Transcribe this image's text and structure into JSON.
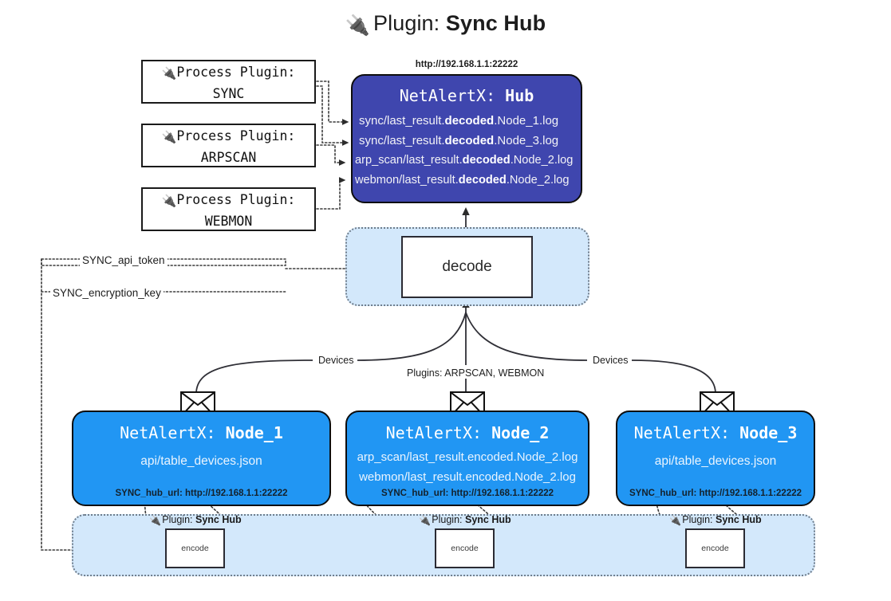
{
  "title": {
    "icon": "electric-plug-icon",
    "prefix": "Plugin:",
    "name": "Sync Hub"
  },
  "process_plugins": [
    {
      "icon": "electric-plug-icon",
      "line1": "Process Plugin:",
      "line2": "SYNC"
    },
    {
      "icon": "electric-plug-icon",
      "line1": "Process Plugin:",
      "line2": "ARPSCAN"
    },
    {
      "icon": "electric-plug-icon",
      "line1": "Process Plugin:",
      "line2": "WEBMON"
    }
  ],
  "hub": {
    "url": "http://192.168.1.1:22222",
    "title_prefix": "NetAlertX:",
    "title_name": "Hub",
    "color": "#3f46ae",
    "lines": [
      {
        "pre": "sync/last_result.",
        "mid": "decoded",
        "post": ".Node_1.log"
      },
      {
        "pre": "sync/last_result.",
        "mid": "decoded",
        "post": ".Node_3.log"
      },
      {
        "pre": "arp_scan/last_result.",
        "mid": "decoded",
        "post": ".Node_2.log"
      },
      {
        "pre": "webmon/last_result.",
        "mid": "decoded",
        "post": ".Node_2.log"
      }
    ]
  },
  "decode": {
    "label": "decode",
    "band_color": "#d3e8fb"
  },
  "nodes": [
    {
      "title_prefix": "NetAlertX:",
      "title_name": "Node_1",
      "lines": [
        "api/table_devices.json"
      ],
      "url_label": "SYNC_hub_url: http://192.168.1.1:22222",
      "color": "#2196f3",
      "icon": "envelope-icon"
    },
    {
      "title_prefix": "NetAlertX:",
      "title_name": "Node_2",
      "lines": [
        "arp_scan/last_result.encoded.Node_2.log",
        "webmon/last_result.encoded.Node_2.log"
      ],
      "url_label": "SYNC_hub_url: http://192.168.1.1:22222",
      "color": "#2196f3",
      "icon": "envelope-icon"
    },
    {
      "title_prefix": "NetAlertX:",
      "title_name": "Node_3",
      "lines": [
        "api/table_devices.json"
      ],
      "url_label": "SYNC_hub_url: http://192.168.1.1:22222",
      "color": "#2196f3",
      "icon": "envelope-icon"
    }
  ],
  "encoders": [
    {
      "plugin_prefix": "Plugin:",
      "plugin_name": "Sync Hub",
      "label": "encode"
    },
    {
      "plugin_prefix": "Plugin:",
      "plugin_name": "Sync Hub",
      "label": "encode"
    },
    {
      "plugin_prefix": "Plugin:",
      "plugin_name": "Sync Hub",
      "label": "encode"
    }
  ],
  "edge_labels": {
    "devices_left": "Devices",
    "devices_right": "Devices",
    "plugins_center": "Plugins: ARPSCAN, WEBMON",
    "api_token": "SYNC_api_token",
    "encryption_key": "SYNC_encryption_key"
  }
}
